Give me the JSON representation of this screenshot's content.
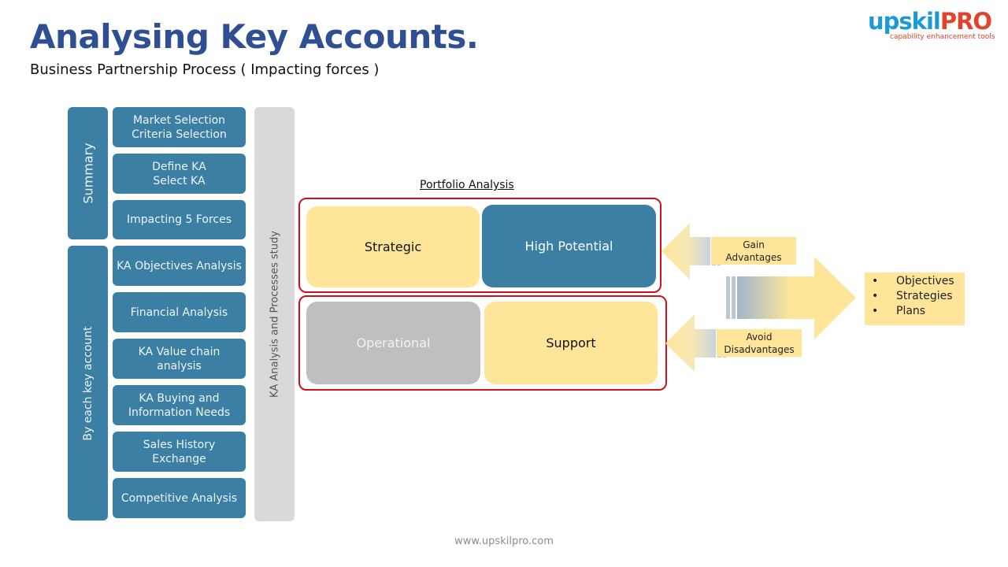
{
  "header": {
    "title": "Analysing Key Accounts.",
    "subtitle": "Business Partnership Process ( Impacting forces )"
  },
  "logo": {
    "part1": "upskil",
    "part2": "PRO",
    "tagline": "capability enhancement tools"
  },
  "left_panel": {
    "summary_label": "Summary",
    "by_account_label": "By each key account",
    "process_label": "KA Analysis and Processes study",
    "boxes": [
      {
        "line1": "Market Selection",
        "line2": "Criteria Selection"
      },
      {
        "line1": "Define KA",
        "line2": "Select KA"
      },
      {
        "line1": "Impacting 5 Forces",
        "line2": ""
      },
      {
        "line1": "KA Objectives Analysis",
        "line2": ""
      },
      {
        "line1": "Financial Analysis",
        "line2": ""
      },
      {
        "line1": "KA Value chain",
        "line2": "analysis"
      },
      {
        "line1": "KA Buying and",
        "line2": "Information Needs"
      },
      {
        "line1": "Sales History",
        "line2": "Exchange"
      },
      {
        "line1": "Competitive Analysis",
        "line2": ""
      }
    ]
  },
  "portfolio": {
    "label": "Portfolio Analysis",
    "strategic": "Strategic",
    "high_potential": "High Potential",
    "operational": "Operational",
    "support": "Support"
  },
  "arrows": {
    "gain": {
      "line1": "Gain",
      "line2": "Advantages"
    },
    "avoid": {
      "line1": "Avoid",
      "line2": "Disadvantages"
    }
  },
  "outcomes": [
    "Objectives",
    "Strategies",
    "Plans"
  ],
  "footer": "www.upskilpro.com",
  "colors": {
    "title_blue": "#2f4f93",
    "teal_box": "#3b7fa4",
    "yellow": "#ffe599",
    "grey": "#bfbfbf",
    "frame_red": "#d0101c"
  }
}
